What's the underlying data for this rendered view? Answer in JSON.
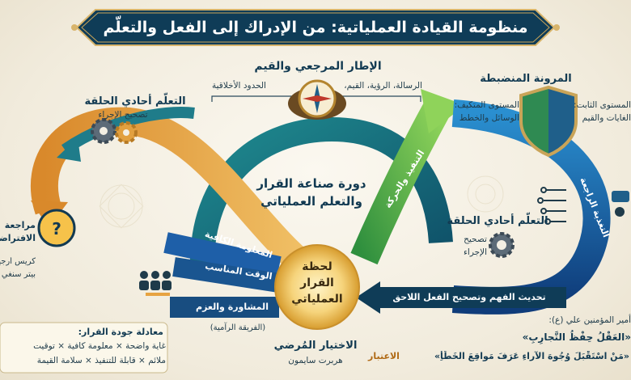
{
  "title": "منظومة القيادة العملياتية: من الإدراك إلى الفعل والتعلّم",
  "reference_frame": {
    "heading": "الإطار المرجعي والقيم",
    "left_label": "الحدود الأخلاقية",
    "right_label": "الرسالة، الرؤية، القيم،"
  },
  "resilience": {
    "heading": "المرونة المنضبطة",
    "fixed_level": {
      "title": "المستوى الثابت:",
      "body": "الغايات والقيم"
    },
    "adaptive_level": {
      "title": "المستوى المتكيف:",
      "body": "الوسائل والخطط"
    }
  },
  "single_loop_top": {
    "heading": "التعلّم أحادي الحلقة",
    "body": "تصحيح الإجراء"
  },
  "single_loop_right": {
    "heading": "التعلّم أحادي الحلقة",
    "body_line1": "تصحيح",
    "body_line2": "الإجراء"
  },
  "assumptions": {
    "heading_line1": "مراجعة",
    "heading_line2": "الافتراضات",
    "authors_line1": "كريس أرجيريس",
    "authors_line2": "بيتر سنغي"
  },
  "cycle": {
    "line1": "دورة صناعة القرار",
    "line2": "والتعلم العملياتي"
  },
  "moment": {
    "line1": "لحظة",
    "line2": "القرار",
    "line3": "العملياتي"
  },
  "arrows": {
    "info": "المعلومة الكافية",
    "timing": "الوقت المناسب",
    "consult": "المشاورة والعزم",
    "execution": "التنفيذ والحركة",
    "feedback": "التغذية الراجعة",
    "update": "تحديث الفهم وتصحيح الفعل اللاحق"
  },
  "consult_note": "(الفريقة الرآمية)",
  "satisficing": {
    "heading": "الاختيار المُرضي",
    "author": "هربرت سايمون"
  },
  "equation": {
    "heading": "معادلة جودة القرار:",
    "line1": "غاية واضحة × معلومة كافية × توقيت",
    "line2": "ملائم × قابلة للتنفيذ × سلامة القيمة"
  },
  "quote": {
    "intro": "أمير المؤمنين علي (ع):",
    "line1": "«العَقْلُ حِفْظُ التَّجارِبِ»",
    "line2": "«مَنْ اسْتَقْبَلَ وُجُوهَ الآراءِ عَرَفَ مَواقِعَ الخَطَأِ»",
    "source": "الاعتبار"
  },
  "colors": {
    "navy": "#0f3c57",
    "teal": "#1f7c8a",
    "gold": "#e7a341",
    "green": "#58b24a",
    "blue": "#1e5fa8",
    "cream": "#f3efe4"
  }
}
